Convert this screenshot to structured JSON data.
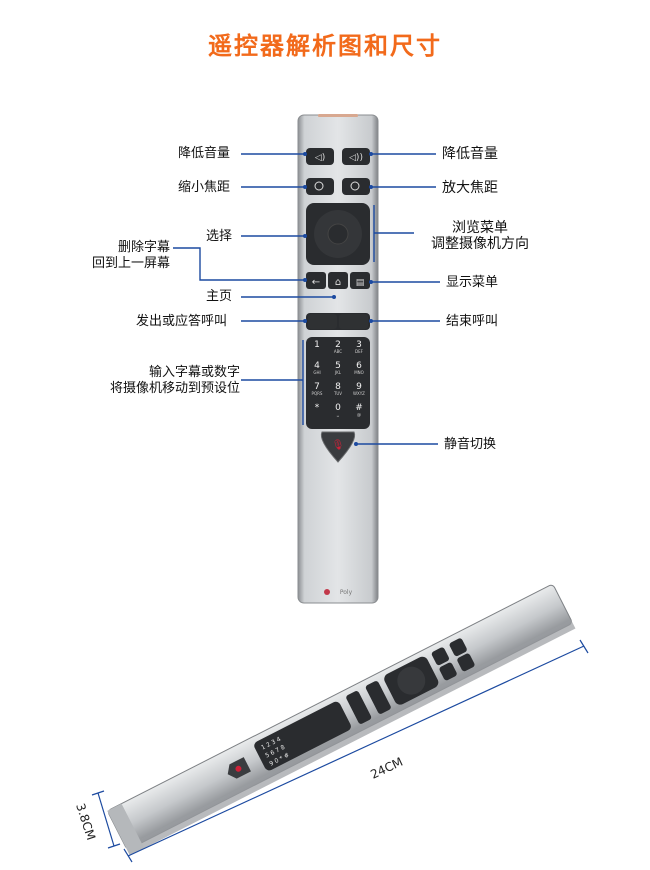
{
  "title": "遥控器解析图和尺寸",
  "labels_left": {
    "vol_down": "降低音量",
    "zoom_out": "缩小焦距",
    "select": "选择",
    "delete_line1": "删除字幕",
    "delete_line2": "回到上一屏幕",
    "home": "主页",
    "call": "发出或应答呼叫",
    "input_line1": "输入字幕或数字",
    "input_line2": "将摄像机移动到预设位"
  },
  "labels_right": {
    "vol_down": "降低音量",
    "zoom_in": "放大焦距",
    "browse_line1": "浏览菜单",
    "browse_line2": "调整摄像机方向",
    "menu": "显示菜单",
    "hangup": "结束呼叫",
    "mute": "静音切换"
  },
  "keypad": [
    {
      "d": "1",
      "s": ""
    },
    {
      "d": "2",
      "s": "ABC"
    },
    {
      "d": "3",
      "s": "DEF"
    },
    {
      "d": "4",
      "s": "GHI"
    },
    {
      "d": "5",
      "s": "JKL"
    },
    {
      "d": "6",
      "s": "MNO"
    },
    {
      "d": "7",
      "s": "PQRS"
    },
    {
      "d": "8",
      "s": "TUV"
    },
    {
      "d": "9",
      "s": "WXYZ"
    },
    {
      "d": "*",
      "s": ""
    },
    {
      "d": "0",
      "s": "␣"
    },
    {
      "d": "#",
      "s": "@"
    }
  ],
  "brand": "Poly",
  "dimensions": {
    "length": "24CM",
    "width": "3.8CM"
  },
  "colors": {
    "title": "#f26a1b",
    "callout": "#1c4aa0",
    "mute": "#d02038"
  }
}
